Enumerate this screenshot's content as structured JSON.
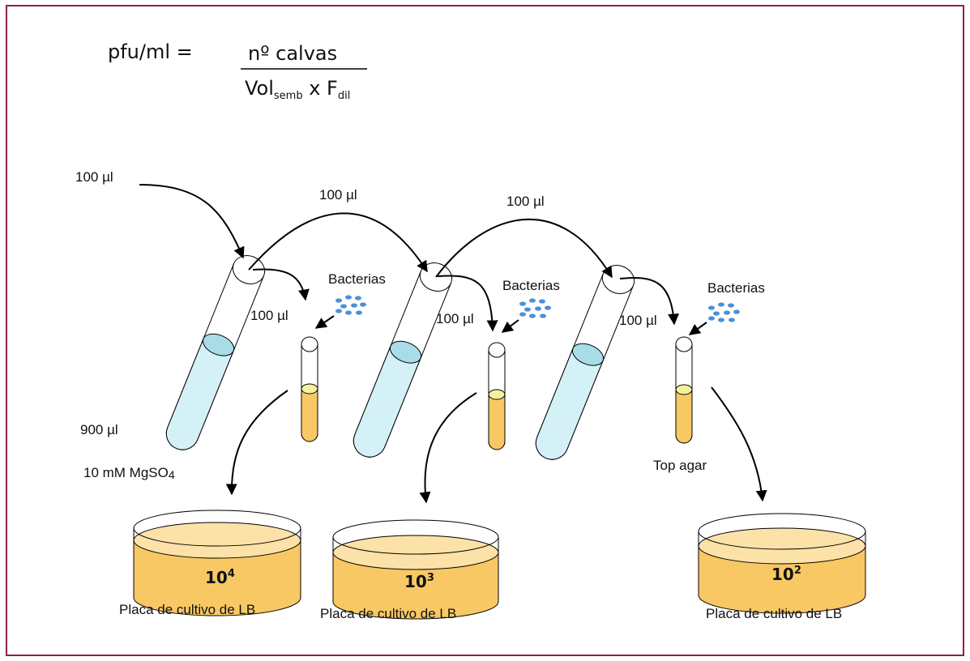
{
  "formula": {
    "lhs": "pfu/ml =",
    "numerator": "nº calvas",
    "vol": "Vol",
    "vol_sub": "semb",
    "times": " x F",
    "f_sub": "dil"
  },
  "volumes": {
    "initial": "100 µl",
    "transfer_1": "100 µl",
    "transfer_2": "100 µl",
    "to_tube_1": "100 µl",
    "to_tube_2": "100 µl",
    "to_tube_3": "100 µl",
    "diluent_volume": "900 µl",
    "diluent_solution": "10 mM MgSO",
    "diluent_sub": "4"
  },
  "bacteria_label_1": "Bacterias",
  "bacteria_label_2": "Bacterias",
  "bacteria_label_3": "Bacterias",
  "top_agar_label": "Top agar",
  "plates": [
    {
      "base": "10",
      "exp": "4",
      "caption": "Placa de cultivo de LB"
    },
    {
      "base": "10",
      "exp": "3",
      "caption": "Placa de cultivo de LB"
    },
    {
      "base": "10",
      "exp": "2",
      "caption": "Placa de cultivo de LB"
    }
  ],
  "colors": {
    "border": "#8b2250",
    "dilution_liquid": "#d4f1f7",
    "agar_fill": "#f8c864",
    "agar_top": "#fce2a8",
    "topagar_surface": "#f4f0a0",
    "bacteria": "#4a90d9"
  }
}
